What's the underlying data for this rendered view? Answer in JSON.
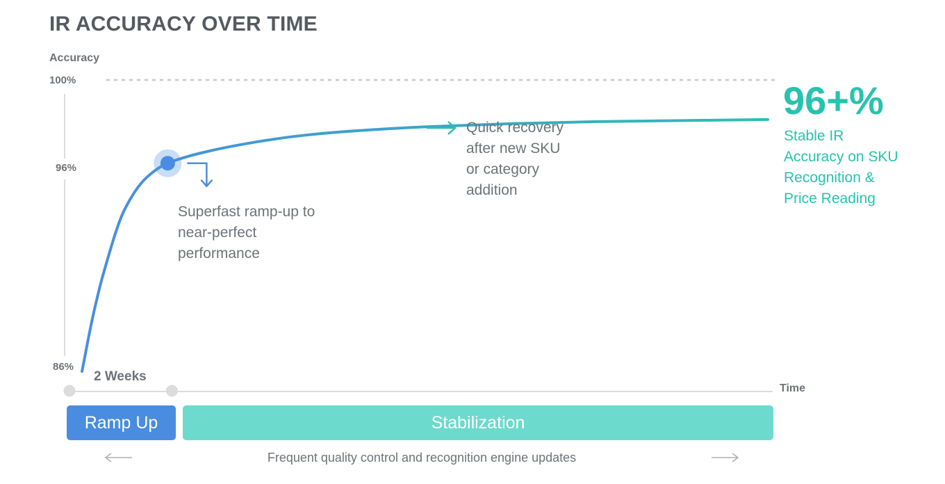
{
  "chart_data": {
    "type": "line",
    "title": "IR ACCURACY OVER TIME",
    "ylabel": "Accuracy",
    "xlabel": "Time",
    "y_ticks": [
      "100%",
      "96%",
      "86%"
    ],
    "ylim": [
      86,
      100
    ],
    "series": [
      {
        "x": [
          0,
          0.25,
          0.5,
          1,
          1.5,
          2,
          3,
          4,
          5,
          6,
          8,
          10,
          12,
          14,
          16
        ],
        "y": [
          86,
          88.6,
          90.7,
          93.8,
          95.3,
          96,
          96.6,
          97.0,
          97.3,
          97.5,
          97.75,
          97.9,
          98.0,
          98.05,
          98.1
        ]
      }
    ],
    "reference_line": {
      "y": 100,
      "style": "dashed"
    },
    "highlight_point": {
      "x": 2,
      "y": 96
    },
    "x_milestones": [
      0,
      2
    ],
    "x_milestone_label": "2 Weeks",
    "colors": {
      "curve_start": "#4a8de0",
      "curve_end": "#2bbfae",
      "dashed": "#c8c8c8",
      "axis": "#dcdcdc"
    }
  },
  "annotations": {
    "rampup_lines": [
      "Superfast ramp-up to",
      "near-perfect",
      "performance"
    ],
    "recovery_lines": [
      "Quick recovery",
      "after new SKU",
      "or category",
      "addition"
    ],
    "big_value": "96+%",
    "stable_lines": [
      "Stable IR",
      "Accuracy on SKU",
      "Recognition &",
      "Price Reading"
    ]
  },
  "phases": {
    "ramp_up": {
      "label": "Ramp Up",
      "color": "#4a8de0"
    },
    "stabilization": {
      "label": "Stabilization",
      "color": "#6cdacd"
    }
  },
  "footer": {
    "text": "Frequent quality control and recognition engine updates",
    "left_arrow": "arrow-left-icon",
    "right_arrow": "arrow-right-icon"
  }
}
